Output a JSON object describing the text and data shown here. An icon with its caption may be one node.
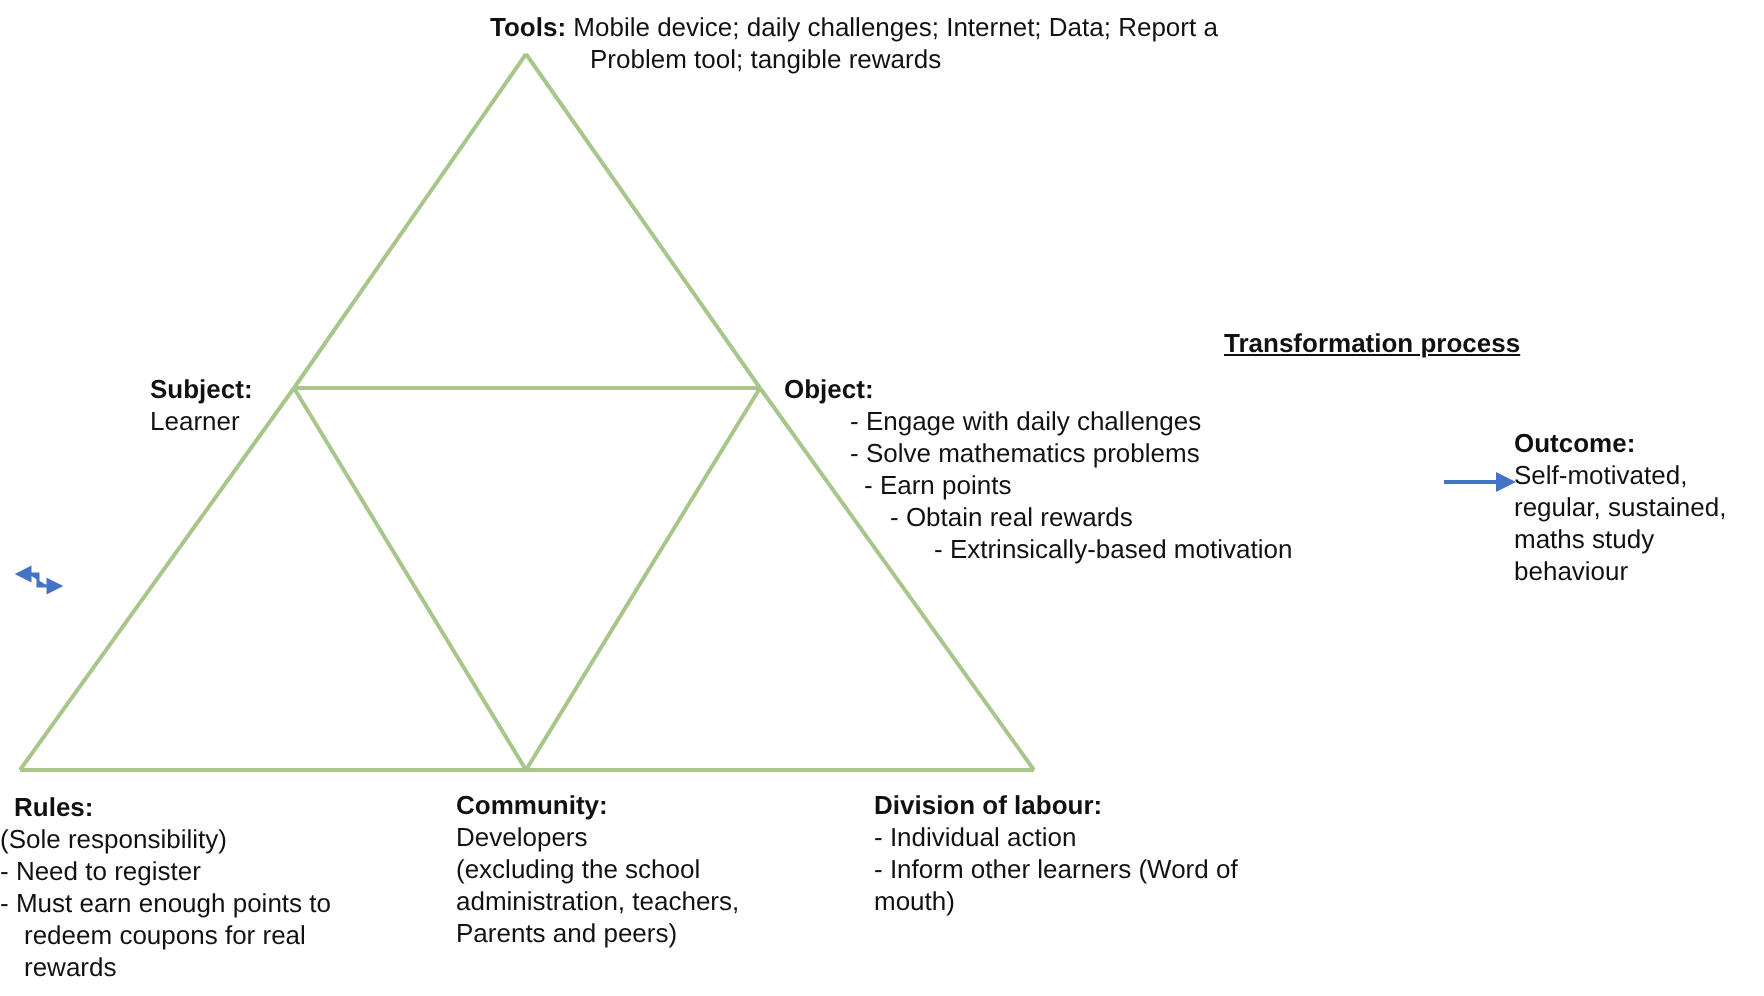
{
  "diagram": {
    "nodes": [
      {
        "text": [
          "Tools:",
          "Mobile device; daily challenges; Internet; Data; Report a Problem tool; tangible rewards"
        ]
      },
      {
        "text": [
          "Subject:",
          "Learner"
        ]
      },
      {
        "text": [
          "Object:",
          "- Engage with daily challenges",
          "- Solve mathematics problems",
          "- Earn points",
          "- Obtain real rewards",
          "- Extrinsically-based motivation"
        ]
      },
      {
        "text": [
          "Outcome:",
          "Self-motivated, regular, sustained, maths study behaviour"
        ]
      },
      {
        "text": [
          "Rules:",
          "(Sole responsibility)",
          "- Need to register",
          "- Must earn enough points to redeem coupons for real rewards"
        ]
      },
      {
        "text": [
          "Community:",
          "Developers",
          "(excluding the school administration, teachers, Parents and peers)"
        ]
      },
      {
        "text": [
          "Division of labour:",
          "- Individual action",
          "- Inform other learners (Word of mouth)"
        ]
      }
    ],
    "edges": [
      {
        "from": 0,
        "to": 1,
        "arrow": "none"
      },
      {
        "from": 0,
        "to": 2,
        "arrow": "none"
      },
      {
        "from": 1,
        "to": 2,
        "arrow": "none"
      },
      {
        "from": 1,
        "to": 4,
        "arrow": "none"
      },
      {
        "from": 2,
        "to": 6,
        "arrow": "none"
      },
      {
        "from": 4,
        "to": 5,
        "arrow": "none"
      },
      {
        "from": 5,
        "to": 6,
        "arrow": "none"
      },
      {
        "from": 1,
        "to": 5,
        "arrow": "none"
      },
      {
        "from": 2,
        "to": 5,
        "arrow": "none"
      },
      {
        "from": null,
        "to": 3,
        "arrow": "to",
        "color": "#4472c4"
      }
    ],
    "labels": [
      "Transformation process"
    ]
  }
}
